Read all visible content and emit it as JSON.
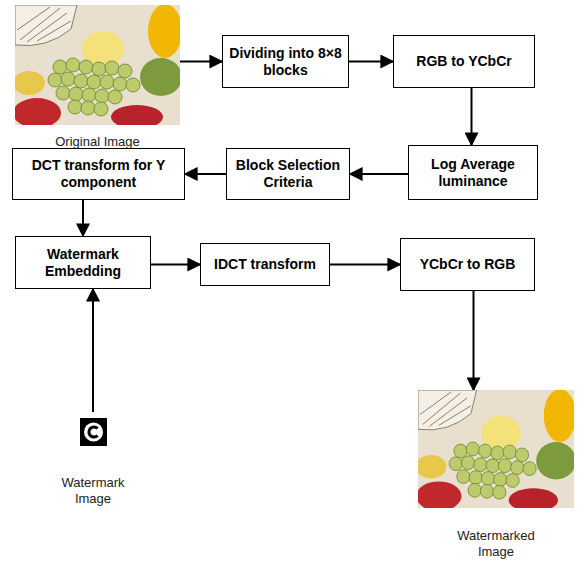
{
  "diagram": {
    "nodes": [
      {
        "text": [
          "Original Image"
        ]
      },
      {
        "text": [
          "Dividing into 8×8 blocks"
        ]
      },
      {
        "text": [
          "RGB to YCbCr"
        ]
      },
      {
        "text": [
          "Log Average luminance"
        ]
      },
      {
        "text": [
          "Block Selection Criteria"
        ]
      },
      {
        "text": [
          "DCT transform for Y component"
        ]
      },
      {
        "text": [
          "Watermark Embedding"
        ]
      },
      {
        "text": [
          "IDCT transform"
        ]
      },
      {
        "text": [
          "YCbCr to RGB"
        ]
      },
      {
        "text": [
          "Watermark Image"
        ]
      },
      {
        "text": [
          "Watermarked Image"
        ]
      }
    ],
    "edges": [
      {
        "from": 0,
        "to": 1,
        "arrow": "to"
      },
      {
        "from": 1,
        "to": 2,
        "arrow": "to"
      },
      {
        "from": 2,
        "to": 3,
        "arrow": "to"
      },
      {
        "from": 3,
        "to": 4,
        "arrow": "to"
      },
      {
        "from": 4,
        "to": 5,
        "arrow": "to"
      },
      {
        "from": 5,
        "to": 6,
        "arrow": "to"
      },
      {
        "from": 9,
        "to": 6,
        "arrow": "to"
      },
      {
        "from": 6,
        "to": 7,
        "arrow": "to"
      },
      {
        "from": 7,
        "to": 8,
        "arrow": "to"
      },
      {
        "from": 8,
        "to": 10,
        "arrow": "to"
      }
    ]
  }
}
